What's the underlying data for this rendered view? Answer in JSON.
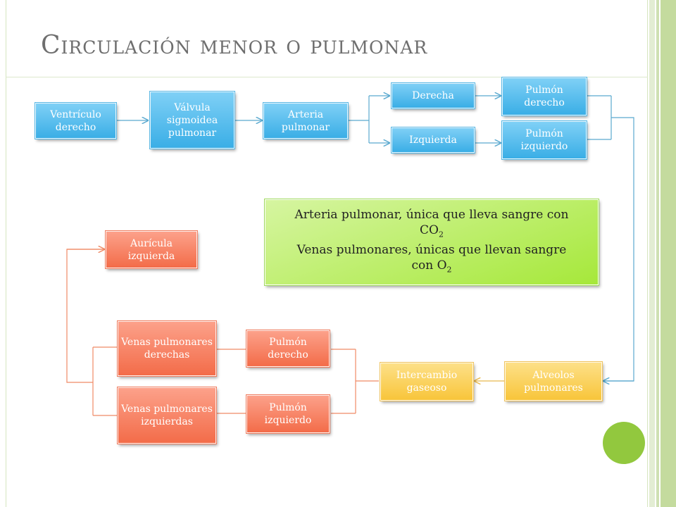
{
  "slide": {
    "title": "Circulación menor o pulmonar"
  },
  "colors": {
    "blue": "#3aaee6",
    "orange": "#f36c49",
    "yellow": "#f8c53a",
    "green_note": "#a6e83a",
    "accent_dot": "#92c83e",
    "title": "#6e6e6e"
  },
  "nodes": {
    "ventriculo": "Ventrículo derecho",
    "valvula": "Válvula sigmoidea pulmonar",
    "arteria": "Arteria pulmonar",
    "derecha": "Derecha",
    "izquierda": "Izquierda",
    "pulmon_der_top": "Pulmón derecho",
    "pulmon_izq_top": "Pulmón izquierdo",
    "alveolos": "Alveolos pulmonares",
    "intercambio": "Intercambio gaseoso",
    "pulmon_der_bot": "Pulmón derecho",
    "pulmon_izq_bot": "Pulmón izquierdo",
    "venas_der": "Venas pulmonares derechas",
    "venas_izq": "Venas pulmonares izquierdas",
    "auricula": "Aurícula izquierda"
  },
  "note": {
    "line1_text": "Arteria pulmonar, única que lleva sangre con",
    "line1_formula": "CO",
    "line1_sub": "2",
    "line2_text": "Venas pulmonares, únicas que llevan sangre",
    "line2_formula": "con O",
    "line2_sub": "2"
  }
}
